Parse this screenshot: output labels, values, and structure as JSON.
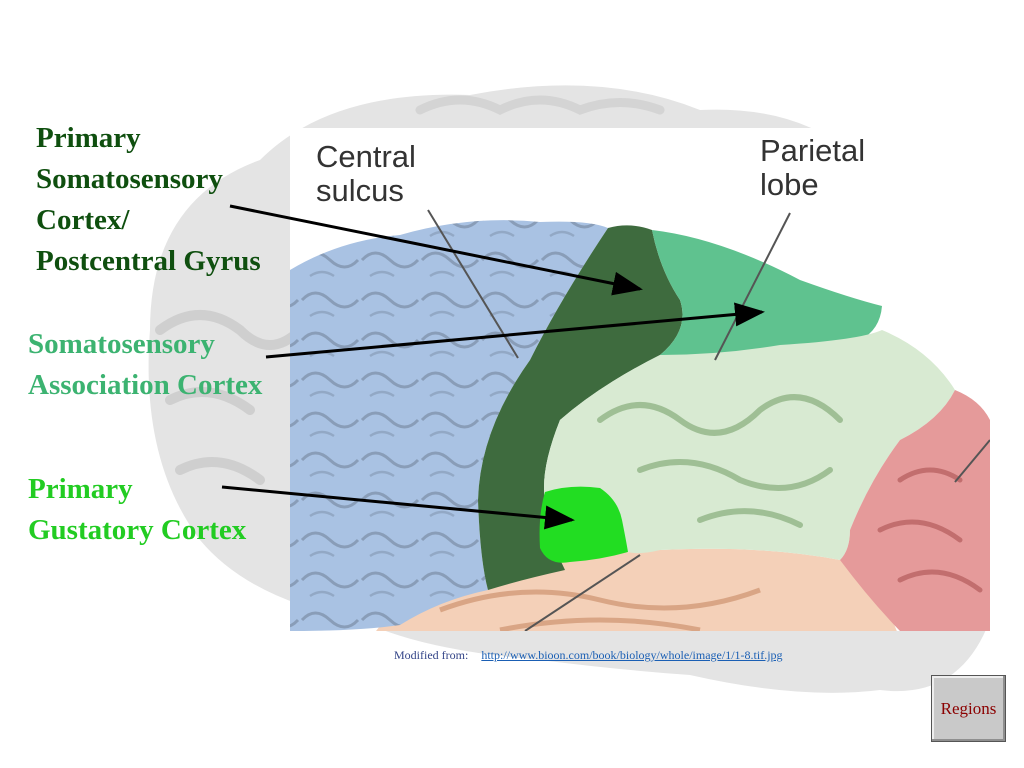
{
  "labels": {
    "primary_somatosensory": {
      "lines": [
        "Primary",
        "Somatosensory",
        "Cortex/",
        "Postcentral Gyrus"
      ],
      "color": "#0f4f0f"
    },
    "somatosensory_association": {
      "lines": [
        "Somatosensory",
        "Association Cortex"
      ],
      "color": "#3cb371"
    },
    "primary_gustatory": {
      "lines": [
        "Primary",
        "Gustatory Cortex"
      ],
      "color": "#22cc22"
    }
  },
  "image_labels": {
    "central_sulcus": [
      "Central",
      "sulcus"
    ],
    "parietal_lobe": [
      "Parietal",
      "lobe"
    ]
  },
  "credit": {
    "prefix": "Modified  from:",
    "url": "http://www.bioon.com/book/biology/whole/image/1/1-8.tif.jpg"
  },
  "regions_button": "Regions",
  "colors": {
    "frontal_lobe": "#a9c2e3",
    "postcentral_gyrus": "#3e6b3e",
    "parietal_lobe": "#5fc28f",
    "somatosensory_association": "#d8ead2",
    "primary_gustatory": "#22dd22",
    "occipital_lobe": "#e59a9a",
    "temporal_lobe": "#f4d0b8",
    "background_brain": "#e4e4e4",
    "arrows": "#000000"
  }
}
